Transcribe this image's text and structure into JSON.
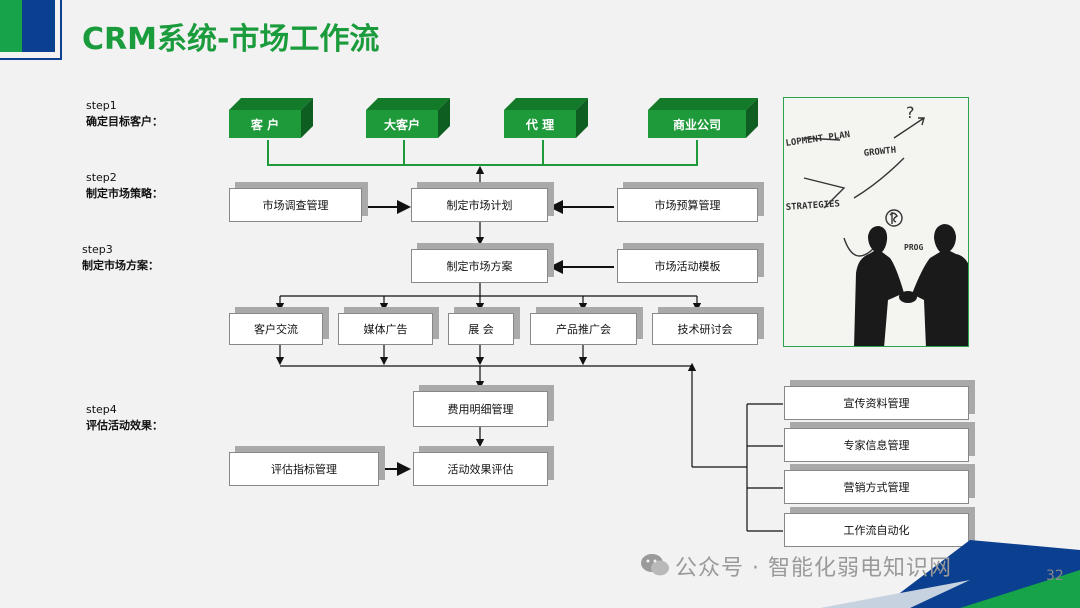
{
  "title": "CRM系统-市场工作流",
  "steps": [
    {
      "label": "step1",
      "desc": "确定目标客户："
    },
    {
      "label": "step2",
      "desc": "制定市场策略："
    },
    {
      "label": "step3",
      "desc": "制定市场方案："
    },
    {
      "label": "step4",
      "desc": "评估活动效果："
    }
  ],
  "targets": [
    "客 户",
    "大客户",
    "代 理",
    "商业公司"
  ],
  "strategy": {
    "left": "市场调查管理",
    "center": "制定市场计划",
    "right": "市场预算管理"
  },
  "plan": {
    "center": "制定市场方案",
    "right": "市场活动模板"
  },
  "activities": [
    "客户交流",
    "媒体广告",
    "展 会",
    "产品推广会",
    "技术研讨会"
  ],
  "evaluation": {
    "cost": "费用明细管理",
    "effect": "活动效果评估",
    "index": "评估指标管理"
  },
  "support": [
    "宣传资料管理",
    "专家信息管理",
    "营销方式管理",
    "工作流自动化"
  ],
  "photo_labels": {
    "growth": "GROWTH",
    "strategies": "STRATEGIES",
    "plan": "LOPMENT PLAN",
    "progress": "PROG"
  },
  "watermark": "公众号 · 智能化弱电知识网",
  "page_number": "32",
  "colors": {
    "green": "#1f9a3a",
    "title_green": "#1a9b3c",
    "navy": "#0b3f8f"
  }
}
